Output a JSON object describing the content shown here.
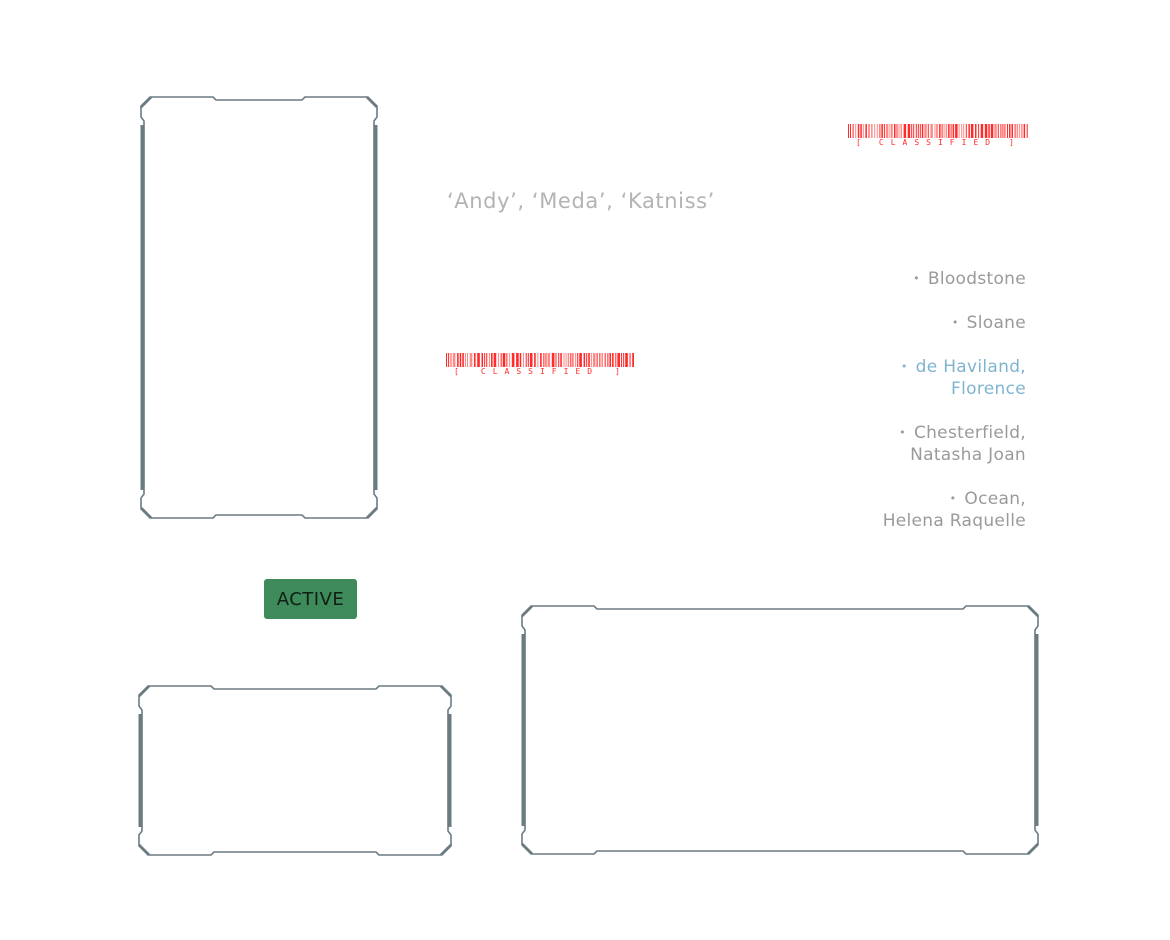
{
  "frames": [
    {
      "id": "portrait-frame"
    },
    {
      "id": "small-landscape-frame"
    },
    {
      "id": "large-landscape-frame"
    }
  ],
  "barcodes": [
    {
      "id": "barcode-top-right",
      "caption_left": "[",
      "caption_label": "CLASSIFIED",
      "caption_right": "]",
      "color": "#ff2a2a"
    },
    {
      "id": "barcode-middle",
      "caption_left": "[",
      "caption_label": "CLASSIFIED",
      "caption_right": "]",
      "color": "#ff2a2a"
    }
  ],
  "nicknames": "‘Andy’, ‘Meda’, ‘Katniss’",
  "names_list": [
    {
      "lines": [
        "Bloodstone"
      ],
      "active": false
    },
    {
      "lines": [
        "Sloane"
      ],
      "active": false
    },
    {
      "lines": [
        "de Haviland,",
        "Florence"
      ],
      "active": true
    },
    {
      "lines": [
        "Chesterfield,",
        "Natasha Joan"
      ],
      "active": false
    },
    {
      "lines": [
        "Ocean,",
        "Helena Raquelle"
      ],
      "active": false
    }
  ],
  "bullet": "•",
  "status": {
    "label": "ACTIVE",
    "color": "#3e8a5b"
  },
  "colors": {
    "frame": "#6b7b82",
    "text": "#9a9a9a",
    "highlight": "#7fb4d1",
    "classified": "#ff2a2a"
  }
}
